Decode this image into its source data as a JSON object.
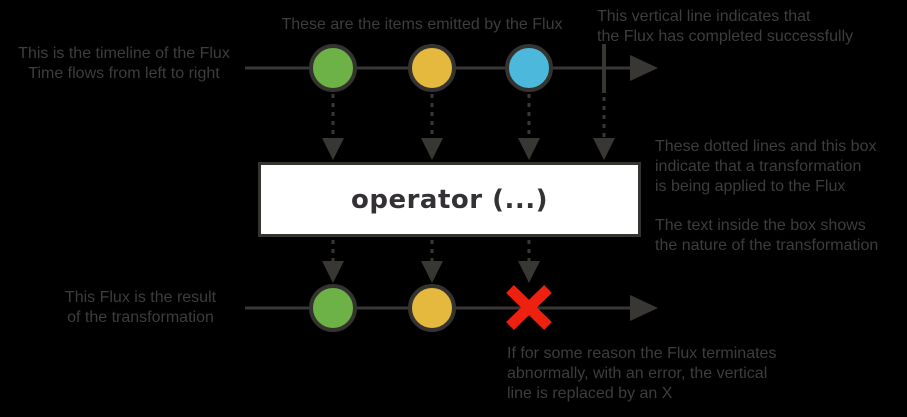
{
  "annotations": {
    "timeline_note": "This is the timeline of the Flux\nTime flows from left to right",
    "items_note": "These are the items emitted by the Flux",
    "complete_note": "This vertical line indicates that\nthe Flux has completed successfully",
    "transform_note": "These dotted lines and this box\nindicate that a transformation\nis being applied to the Flux",
    "box_text_note": "The text inside the box shows\nthe nature of the transformation",
    "result_note": "This Flux is the result\nof the transformation",
    "error_note": "If for some reason the Flux terminates\nabnormally, with an error, the vertical\nline is replaced by an X"
  },
  "operator": {
    "label": "operator (...)"
  },
  "diagram": {
    "source_flux_items": [
      "green-marble",
      "yellow-marble",
      "blue-marble",
      "complete-signal"
    ],
    "result_flux_items": [
      "green-marble",
      "yellow-marble",
      "error-x"
    ]
  },
  "colors": {
    "background": "#000000",
    "line": "#393734",
    "text": "#3e3c3f",
    "marble_green": "#6db246",
    "marble_yellow": "#e5b83e",
    "marble_blue": "#4cb8dc",
    "error_red": "#ee2110",
    "box_fill": "#ffffff"
  }
}
